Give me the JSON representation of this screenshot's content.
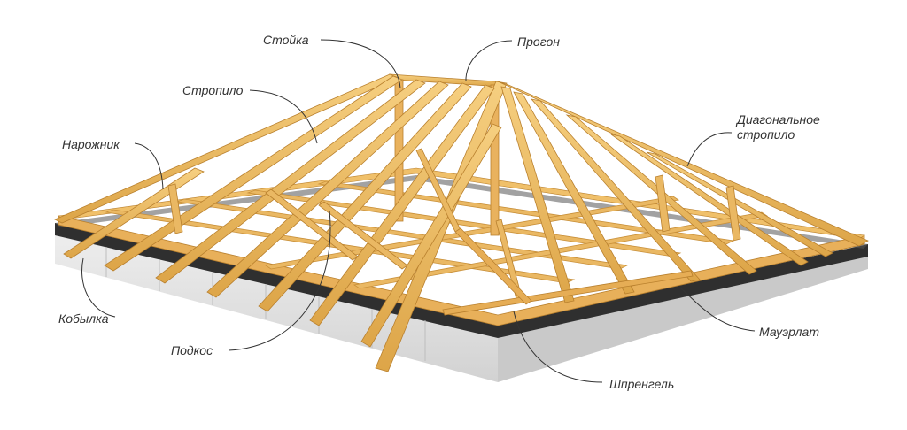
{
  "colors": {
    "timber_light": "#f2c470",
    "timber_mid": "#e2a94c",
    "timber_dark": "#b9802e",
    "wall_top": "#3a3a3a",
    "wall_face": "#e4e4e4",
    "wall_face_dark": "#cfcfcf",
    "leader": "#333333",
    "label_text": "#333333"
  },
  "labels": {
    "stoyka": "Стойка",
    "progon": "Прогон",
    "stropilo": "Стропило",
    "diagonal_line1": "Диагональное",
    "diagonal_line2": "стропило",
    "narozhnik": "Нарожник",
    "kobylka": "Кобылка",
    "podkos": "Подкос",
    "mauerlat": "Мауэрлат",
    "shprengel": "Шпренгель"
  }
}
